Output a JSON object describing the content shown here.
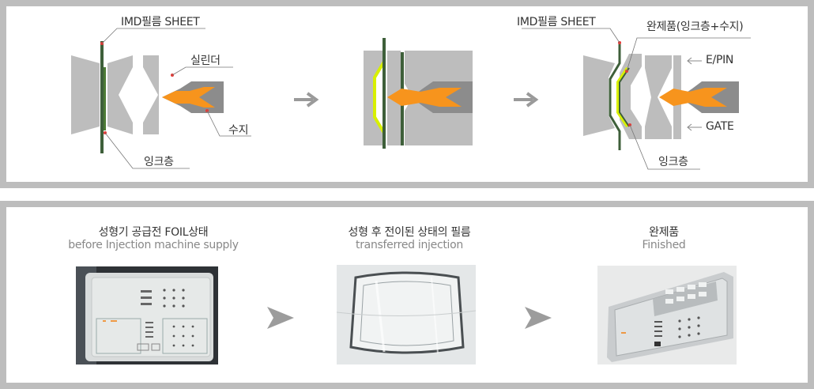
{
  "top": {
    "step1": {
      "film_label": "IMD필름 SHEET",
      "cylinder_label": "실린더",
      "resin_label": "수지",
      "ink_label": "잉크층"
    },
    "step3": {
      "film_label": "IMD필름 SHEET",
      "product_label": "완제품(잉크층+수지)",
      "epin_label": "E/PIN",
      "gate_label": "GATE",
      "ink_label": "잉크층"
    }
  },
  "bottom": {
    "item1": {
      "title": "성형기 공급전 FOIL상태",
      "subtitle": "before Injection machine supply"
    },
    "item2": {
      "title": "성형 후 전이된 상태의 필름",
      "subtitle": "transferred injection"
    },
    "item3": {
      "title": "완제품",
      "subtitle": "Finished"
    }
  },
  "colors": {
    "mold_gray": "#bdbdbd",
    "film_green": "#3e5f3a",
    "ink_yellow": "#d8f000",
    "resin_orange": "#f7941d",
    "frame_gray": "#bdbdbd"
  }
}
